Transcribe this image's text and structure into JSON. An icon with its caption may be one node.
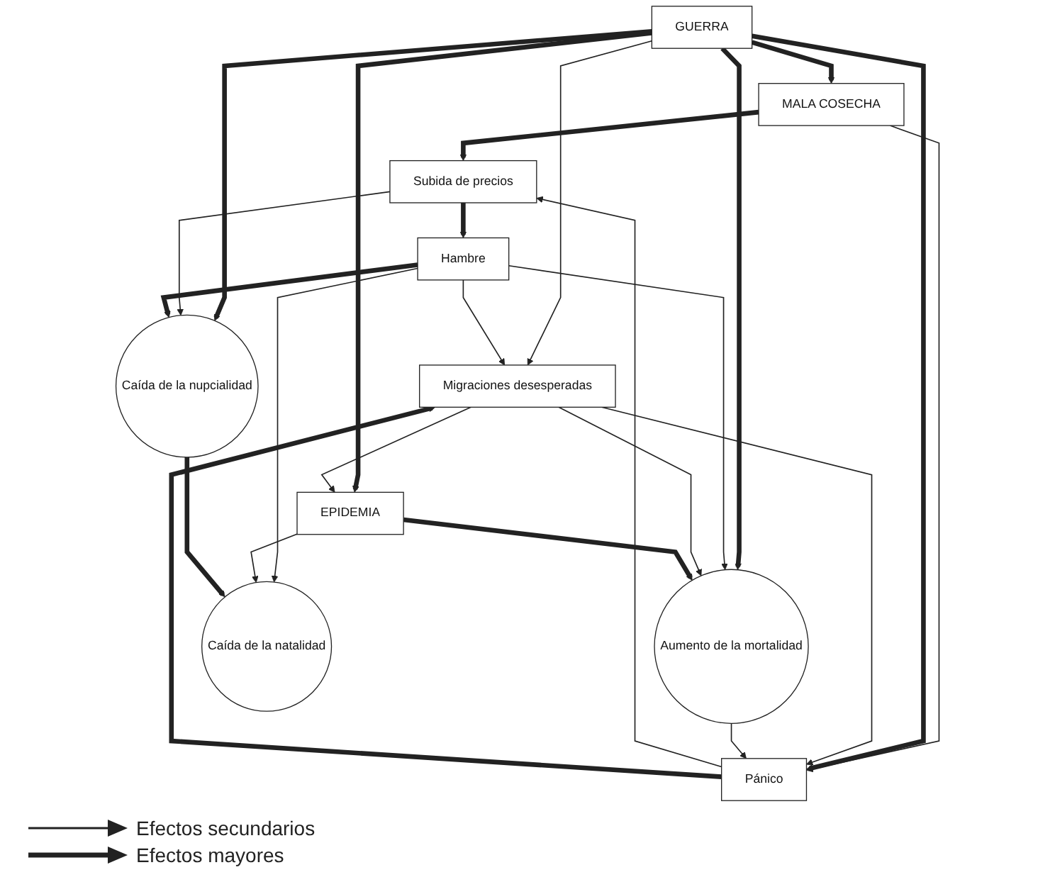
{
  "diagram": {
    "nodes": [
      {
        "text": [
          "MALA COSECHA"
        ]
      },
      {
        "text": [
          "GUERRA"
        ]
      },
      {
        "text": [
          "EPIDEMIA"
        ]
      },
      {
        "text": [
          "Subida de precios"
        ]
      },
      {
        "text": [
          "Pánico"
        ]
      },
      {
        "text": [
          "Hambre"
        ]
      },
      {
        "text": [
          "Migraciones desesperadas"
        ]
      },
      {
        "text": [
          "Aumento de la mortalidad"
        ]
      },
      {
        "text": [
          "Caída de la nupcialidad"
        ]
      },
      {
        "text": [
          "Caída de la natalidad"
        ]
      }
    ],
    "edges": [
      {
        "from": 1,
        "to": 0,
        "arrow": "to",
        "style": "thick"
      },
      {
        "from": 1,
        "to": 2,
        "arrow": "to",
        "style": "thick"
      },
      {
        "from": 0,
        "to": 3,
        "arrow": "to",
        "style": "thick"
      },
      {
        "from": 0,
        "to": 4,
        "arrow": "to"
      },
      {
        "from": 1,
        "to": 4,
        "arrow": "to",
        "style": "thick"
      },
      {
        "from": 4,
        "to": 3,
        "arrow": "to"
      },
      {
        "from": 3,
        "to": 5,
        "arrow": "to",
        "style": "thick"
      },
      {
        "from": 4,
        "to": 6,
        "arrow": "to",
        "style": "thick"
      },
      {
        "from": 6,
        "to": 4,
        "arrow": "to"
      },
      {
        "from": 1,
        "to": 6,
        "arrow": "to"
      },
      {
        "from": 5,
        "to": 6,
        "arrow": "to"
      },
      {
        "from": 6,
        "to": 2,
        "arrow": "to"
      },
      {
        "from": 1,
        "to": 7,
        "arrow": "to",
        "style": "thick"
      },
      {
        "from": 1,
        "to": 8,
        "arrow": "to",
        "style": "thick"
      },
      {
        "from": 3,
        "to": 8,
        "arrow": "to"
      },
      {
        "from": 5,
        "to": 7,
        "arrow": "to"
      },
      {
        "from": 5,
        "to": 8,
        "arrow": "to",
        "style": "thick"
      },
      {
        "from": 5,
        "to": 9,
        "arrow": "to"
      },
      {
        "from": 7,
        "to": 4,
        "arrow": "to"
      },
      {
        "from": 6,
        "to": 7,
        "arrow": "to"
      },
      {
        "from": 2,
        "to": 7,
        "arrow": "to",
        "style": "thick"
      },
      {
        "from": 2,
        "to": 9,
        "arrow": "to"
      },
      {
        "from": 8,
        "to": 9,
        "arrow": "to",
        "style": "thick"
      }
    ],
    "legend": [
      {
        "text": "Efectos secundarios"
      },
      {
        "text": "Efectos mayores"
      }
    ]
  }
}
